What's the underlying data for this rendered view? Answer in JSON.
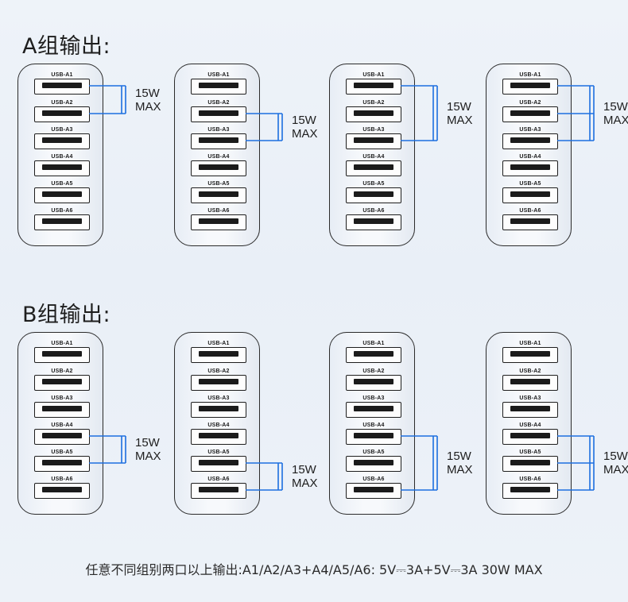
{
  "groups": [
    {
      "title": "A组输出:",
      "panels": [
        {
          "pair": [
            0,
            1
          ],
          "limit": [
            "15W",
            "MAX"
          ]
        },
        {
          "pair": [
            1,
            2
          ],
          "limit": [
            "15W",
            "MAX"
          ]
        },
        {
          "pair": [
            0,
            2
          ],
          "limit": [
            "15W",
            "MAX"
          ]
        },
        {
          "pair": [
            0,
            1,
            2
          ],
          "limit": [
            "15W",
            "MAX"
          ]
        }
      ]
    },
    {
      "title": "B组输出:",
      "panels": [
        {
          "pair": [
            3,
            4
          ],
          "limit": [
            "15W",
            "MAX"
          ]
        },
        {
          "pair": [
            4,
            5
          ],
          "limit": [
            "15W",
            "MAX"
          ]
        },
        {
          "pair": [
            3,
            5
          ],
          "limit": [
            "15W",
            "MAX"
          ]
        },
        {
          "pair": [
            3,
            4,
            5
          ],
          "limit": [
            "15W",
            "MAX"
          ]
        }
      ]
    }
  ],
  "ports": [
    "USB-A1",
    "USB-A2",
    "USB-A3",
    "USB-A4",
    "USB-A5",
    "USB-A6"
  ],
  "footer": "任意不同组别两口以上输出:A1/A2/A3+A4/A5/A6: 5V⎓3A+5V⎓3A 30W MAX",
  "colors": {
    "link": "#1d6fe0",
    "outline": "#2b2b2b"
  }
}
